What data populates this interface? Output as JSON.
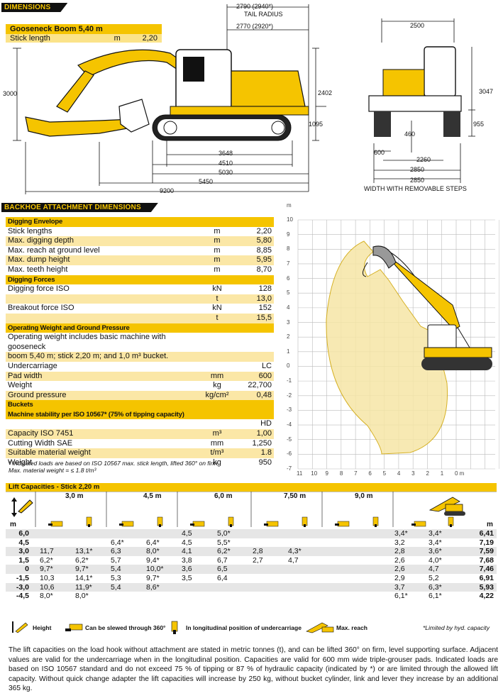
{
  "sections": {
    "dimensions": "DIMENSIONS",
    "backhoe": "BACKHOE ATTACHMENT DIMENSIONS"
  },
  "boom_box": {
    "title": "Gooseneck Boom 5,40 m",
    "stick_label": "Stick length",
    "stick_unit": "m",
    "stick_value": "2,20"
  },
  "side_dims": {
    "tail_radius_value": "2790 (2940*)",
    "tail_radius_label": "TAIL RADIUS",
    "d2770": "2770 (2920*)",
    "h3000": "3000",
    "h2402": "2402",
    "h1095": "1095",
    "d3648": "3648",
    "d4510": "4510",
    "d5030": "5030",
    "d5450": "5450",
    "d9200": "9200"
  },
  "front_dims": {
    "w2500": "2500",
    "h3047": "3047",
    "h955": "955",
    "h460": "460",
    "w600": "600",
    "w2260": "2260",
    "w2850a": "2850",
    "w2850b": "2850",
    "steps_label": "WIDTH WITH REMOVABLE STEPS"
  },
  "backhoe_table": [
    {
      "type": "head",
      "label": "Digging Envelope"
    },
    {
      "label": "Stick lengths",
      "unit": "m",
      "value": "2,20"
    },
    {
      "label": "Max. digging depth",
      "unit": "m",
      "value": "5,80"
    },
    {
      "label": "Max. reach at ground level",
      "unit": "m",
      "value": "8,85"
    },
    {
      "label": "Max. dump height",
      "unit": "m",
      "value": "5,95"
    },
    {
      "label": "Max. teeth height",
      "unit": "m",
      "value": "8,70"
    },
    {
      "type": "head",
      "label": "Digging Forces"
    },
    {
      "label": "Digging force ISO",
      "unit": "kN",
      "value": "128"
    },
    {
      "label": "",
      "unit": "t",
      "value": "13,0"
    },
    {
      "label": "Breakout force ISO",
      "unit": "kN",
      "value": "152"
    },
    {
      "label": "",
      "unit": "t",
      "value": "15,5"
    },
    {
      "type": "head",
      "label": "Operating Weight and Ground Pressure"
    },
    {
      "label": "Operating weight includes basic machine with gooseneck",
      "unit": "",
      "value": ""
    },
    {
      "label": "boom 5,40 m; stick 2,20 m; and 1,0 m³ bucket.",
      "unit": "",
      "value": ""
    },
    {
      "label": "Undercarriage",
      "unit": "",
      "value": "LC"
    },
    {
      "label": "Pad width",
      "unit": "mm",
      "value": "600"
    },
    {
      "label": "Weight",
      "unit": "kg",
      "value": "22,700"
    },
    {
      "label": "Ground pressure",
      "unit": "kg/cm²",
      "value": "0,48"
    },
    {
      "type": "head",
      "label": "Buckets"
    },
    {
      "type": "head",
      "label": "Machine stability per ISO 10567* (75% of tipping capacity)"
    },
    {
      "label": "",
      "unit": "",
      "value": "HD"
    },
    {
      "label": "Capacity ISO 7451",
      "unit": "m³",
      "value": "1,00"
    },
    {
      "label": "Cutting Width SAE",
      "unit": "mm",
      "value": "1,250"
    },
    {
      "label": "Suitable material weight",
      "unit": "t/m³",
      "value": "1.8"
    },
    {
      "label": "Weight",
      "unit": "kg",
      "value": "950"
    }
  ],
  "backhoe_note1": "* Indicated loads are based on ISO 10567 max. stick length, lifted 360° on firm",
  "backhoe_note2": "Max. material weight = ≤ 1.8 t/m³",
  "range_chart": {
    "y_unit": "m",
    "x_unit": "0 m",
    "y_ticks": [
      "10",
      "9",
      "8",
      "7",
      "6",
      "5",
      "4",
      "3",
      "2",
      "1",
      "0",
      "-1",
      "-2",
      "-3",
      "-4",
      "-5",
      "-6",
      "-7"
    ],
    "x_ticks": [
      "11",
      "10",
      "9",
      "8",
      "7",
      "6",
      "5",
      "4",
      "3",
      "2",
      "1"
    ]
  },
  "lift": {
    "title": "Lift Capacities - Stick 2,20 m",
    "reach_cols": [
      "3,0 m",
      "4,5 m",
      "6,0 m",
      "7,50 m",
      "9,0 m"
    ],
    "m_label": "m",
    "rows": [
      {
        "h": "6,0",
        "c": [
          "",
          "",
          "",
          "",
          "4,5",
          "5,0*",
          "",
          "",
          "",
          ""
        ],
        "mx": [
          "3,4*",
          "3,4*"
        ],
        "r": "6,41"
      },
      {
        "h": "4,5",
        "c": [
          "",
          "",
          "6,4*",
          "6,4*",
          "4,5",
          "5,5*",
          "",
          "",
          "",
          ""
        ],
        "mx": [
          "3,2",
          "3,4*"
        ],
        "r": "7,19"
      },
      {
        "h": "3,0",
        "c": [
          "11,7",
          "13,1*",
          "6,3",
          "8,0*",
          "4,1",
          "6,2*",
          "2,8",
          "4,3*",
          "",
          ""
        ],
        "mx": [
          "2,8",
          "3,6*"
        ],
        "r": "7,59"
      },
      {
        "h": "1,5",
        "c": [
          "6,2*",
          "6,2*",
          "5,7",
          "9,4*",
          "3,8",
          "6,7",
          "2,7",
          "4,7",
          "",
          ""
        ],
        "mx": [
          "2,6",
          "4,0*"
        ],
        "r": "7,68"
      },
      {
        "h": "0",
        "c": [
          "9,7*",
          "9,7*",
          "5,4",
          "10,0*",
          "3,6",
          "6,5",
          "",
          "",
          "",
          ""
        ],
        "mx": [
          "2,6",
          "4,7"
        ],
        "r": "7,46"
      },
      {
        "h": "-1,5",
        "c": [
          "10,3",
          "14,1*",
          "5,3",
          "9,7*",
          "3,5",
          "6,4",
          "",
          "",
          "",
          ""
        ],
        "mx": [
          "2,9",
          "5,2"
        ],
        "r": "6,91"
      },
      {
        "h": "-3,0",
        "c": [
          "10,6",
          "11,9*",
          "5,4",
          "8,6*",
          "",
          "",
          "",
          "",
          "",
          ""
        ],
        "mx": [
          "3,7",
          "6,3*"
        ],
        "r": "5,93"
      },
      {
        "h": "-4,5",
        "c": [
          "8,0*",
          "8,0*",
          "",
          "",
          "",
          "",
          "",
          "",
          "",
          ""
        ],
        "mx": [
          "6,1*",
          "6,1*"
        ],
        "r": "4,22"
      }
    ],
    "legend": {
      "height": "Height",
      "slewed": "Can be slewed through 360°",
      "longitudinal": "In longitudinal position of undercarriage",
      "max_reach": "Max. reach",
      "limited": "*Limited by hyd. capacity"
    }
  },
  "paragraph": "The lift capacities on the load hook without attachment are stated in metric tonnes (t), and can be lifted 360° on firm, level supporting surface. Adjacent values are valid for the undercarriage when in the longitudinal position. Capacities are valid for 600 mm wide triple-grouser pads. Indicated loads are based on ISO 10567 standard and do not exceed 75 % of tipping or 87 % of hydraulic capacity (indicated by *) or are limited through the allowed lift capacity. Without quick change adapter the lift capacities will increase by 250 kg, without bucket cylinder, link and lever they increase by an additional 365 kg.",
  "colors": {
    "accent": "#f5c400",
    "light": "#fbe7a6",
    "stripe": "#e6e6e6"
  }
}
